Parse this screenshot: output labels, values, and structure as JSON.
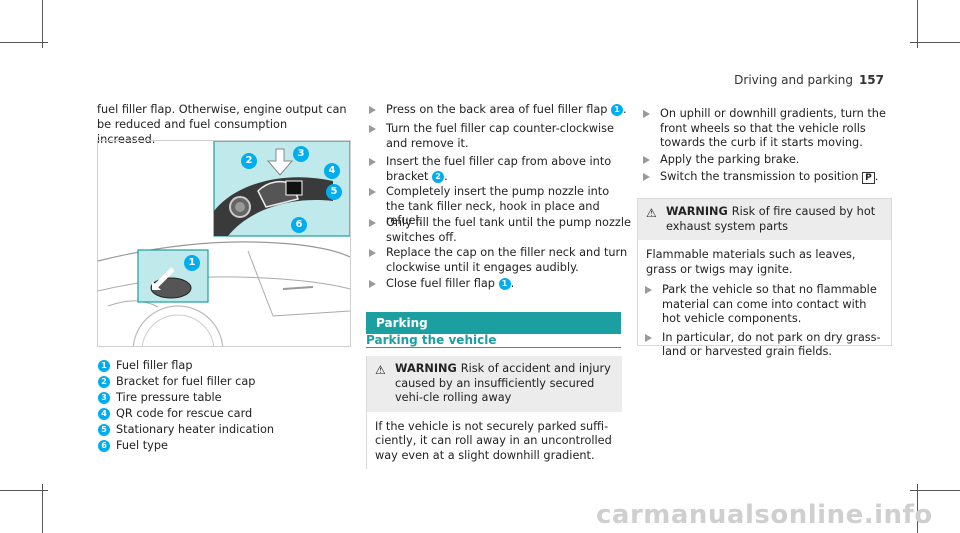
{
  "header": {
    "section": "Driving and parking",
    "page": "157"
  },
  "col1": {
    "intro": "fuel filler flap. Otherwise, engine output can be reduced and fuel consumption increased.",
    "legend": [
      {
        "num": "1",
        "text": "Fuel filler flap"
      },
      {
        "num": "2",
        "text": "Bracket for fuel filler cap"
      },
      {
        "num": "3",
        "text": "Tire pressure table"
      },
      {
        "num": "4",
        "text": "QR code for rescue card"
      },
      {
        "num": "5",
        "text": "Stationary heater indication"
      },
      {
        "num": "6",
        "text": "Fuel type"
      }
    ],
    "callouts": [
      "1",
      "2",
      "3",
      "4",
      "5",
      "6"
    ]
  },
  "col2": {
    "steps": [
      "Press on the back area of fuel filler flap",
      "Turn the fuel filler cap counter-clockwise and remove it.",
      "Insert the fuel filler cap from above into bracket",
      "Completely insert the pump nozzle into the tank filler neck, hook in place and refuel.",
      "Only fill the fuel tank until the pump nozzle switches off.",
      "Replace the cap on the filler neck and turn clockwise until it engages audibly.",
      "Close fuel filler flap"
    ],
    "step_refs": [
      "1",
      "2",
      "1"
    ],
    "section_bar": "Parking",
    "subheading": "Parking the vehicle",
    "warning": {
      "label": "WARNING",
      "title": "Risk of accident and injury caused by an insufficiently secured vehi-cle rolling away",
      "body": "If the vehicle is not securely parked suffi-ciently, it can roll away in an uncontrolled way even at a slight downhill gradient."
    }
  },
  "col3": {
    "steps": [
      "On uphill or downhill gradients, turn the front wheels so that the vehicle rolls towards the curb if it starts moving.",
      "Apply the parking brake.",
      "Switch the transmission to position"
    ],
    "gear": "P",
    "warning": {
      "label": "WARNING",
      "title": "Risk of fire caused by hot exhaust system parts",
      "body": "Flammable materials such as leaves, grass or twigs may ignite.",
      "steps": [
        "Park the vehicle so that no flammable material can come into contact with hot vehicle components.",
        "In particular, do not park on dry grass-land or harvested grain fields."
      ]
    }
  },
  "footer": {
    "watermark": "carmanualsonline.info"
  },
  "colors": {
    "accent": "#1c9fa0",
    "callout": "#00adef",
    "highlight": "#bfe9ea"
  }
}
